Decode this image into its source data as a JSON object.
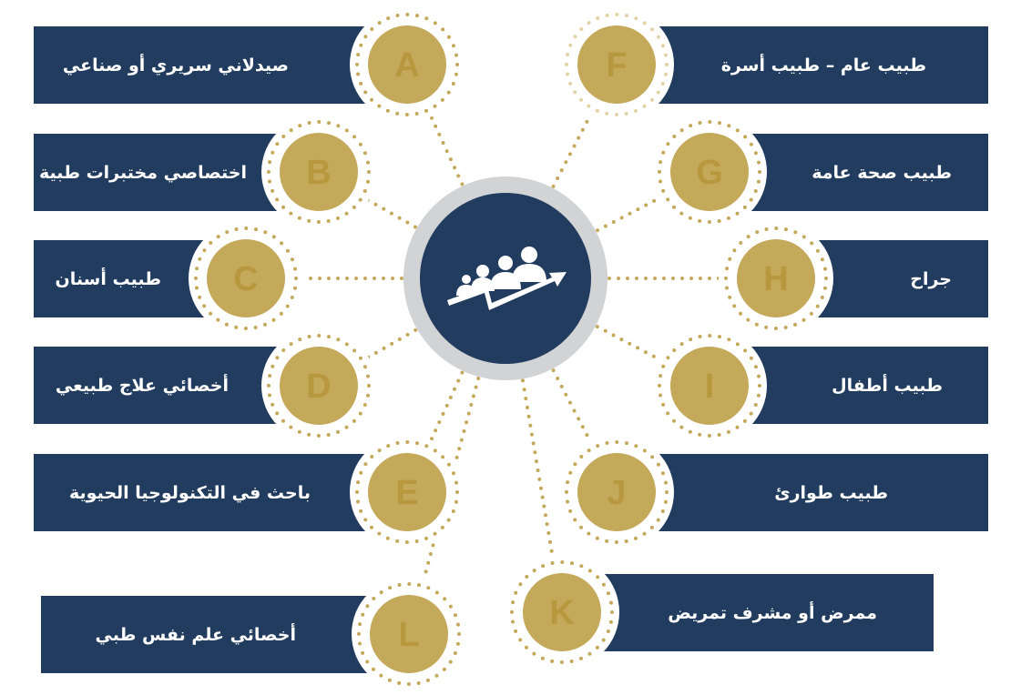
{
  "colors": {
    "navy": "#213c5e",
    "gold": "#c4a95a",
    "ring": "#d1d3d5",
    "letter": "#b8983f"
  },
  "center_icon": "team-growth-arrow-icon",
  "nodes": [
    {
      "letter": "A",
      "label": "صيدلاني سريري أو صناعي"
    },
    {
      "letter": "B",
      "label": "اختصاصي مختبرات طبية"
    },
    {
      "letter": "C",
      "label": "طبيب أسنان"
    },
    {
      "letter": "D",
      "label": "أخصائي علاج طبيعي"
    },
    {
      "letter": "E",
      "label": "باحث في التكنولوجيا الحيوية"
    },
    {
      "letter": "F",
      "label": "طبيب عام – طبيب أسرة"
    },
    {
      "letter": "G",
      "label": "طبيب صحة عامة"
    },
    {
      "letter": "H",
      "label": "جراح"
    },
    {
      "letter": "I",
      "label": "طبيب أطفال"
    },
    {
      "letter": "J",
      "label": "طبيب طوارئ"
    },
    {
      "letter": "K",
      "label": "ممرض أو مشرف تمريض"
    },
    {
      "letter": "L",
      "label": "أخصائي علم نفس طبي"
    }
  ]
}
